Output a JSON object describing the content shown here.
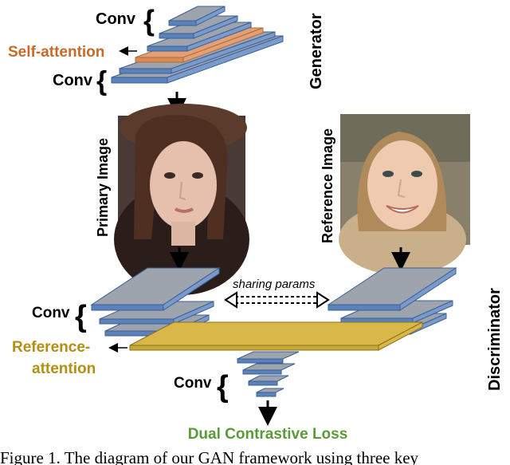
{
  "generator": {
    "label": "Generator",
    "conv_top": "Conv",
    "self_attention": "Self-attention",
    "conv_bottom": "Conv"
  },
  "images": {
    "primary_label": "Primary Image",
    "reference_label": "Reference Image"
  },
  "discriminator": {
    "label": "Discriminator",
    "sharing": "sharing params",
    "conv_left": "Conv",
    "reference_attention_line1": "Reference-",
    "reference_attention_line2": "attention",
    "conv_bottom": "Conv",
    "loss": "Dual Contrastive Loss"
  },
  "caption": "Figure 1. The diagram of our GAN framework using three key",
  "colors": {
    "layer_gray": "#9ea4ad",
    "layer_side": "#5b82ba",
    "self_attention": "#e3a074",
    "self_attention_text": "#c9692a",
    "reference_attention": "#d9b84a",
    "reference_attention_text": "#b58f14",
    "loss_text": "#5a9a3a"
  },
  "icons": [
    "brace-icon",
    "arrow-down-icon",
    "double-arrow-icon",
    "face-photo"
  ]
}
